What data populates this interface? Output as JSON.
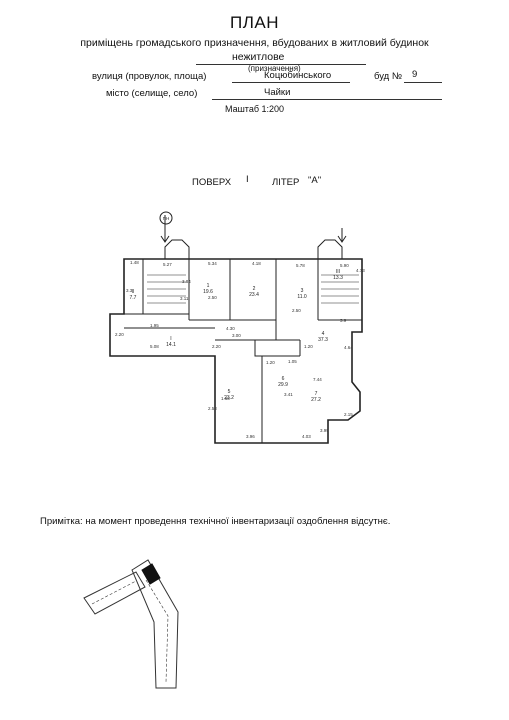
{
  "header": {
    "title": "ПЛАН",
    "subtitle": "приміщень громадського призначення, вбудованих в житловий будинок",
    "purpose_value": "нежитлове",
    "purpose_caption": "(призначення)",
    "scale": "Маштаб 1:200"
  },
  "address": {
    "street_label": "вулиця (провулок, площа)",
    "street_value": "Коцюбинського",
    "building_label": "буд №",
    "building_value": "9",
    "city_label": "місто (селище, село)",
    "city_value": "Чайки"
  },
  "floor": {
    "floor_label": "ПОВЕРХ",
    "floor_value": "I",
    "letter_label": "ЛІТЕР",
    "letter_value": "\"А\""
  },
  "plan": {
    "compass_label": "ПН",
    "dimensions": [
      "1.48",
      "5.27",
      "5.34",
      "4.18",
      "5.78",
      "5.90",
      "4.73",
      "3.3",
      "3.84",
      "3.11",
      "1.95",
      "2.50",
      "2.50",
      "3.9",
      "2.20",
      "4.30",
      "2.20",
      "5.08",
      "1.20",
      "1.05",
      "7.44",
      "1.63",
      "3.41",
      "3.96",
      "4.03",
      "4.64",
      "2.58",
      "3.99",
      "2.15",
      "1.20",
      "3.00"
    ],
    "rooms": [
      {
        "num": "I",
        "area": "14.1"
      },
      {
        "num": "II",
        "area": "7.7"
      },
      {
        "num": "III",
        "area": "13.3"
      },
      {
        "num": "1",
        "area": "19.6"
      },
      {
        "num": "2",
        "area": "23.4"
      },
      {
        "num": "3",
        "area": "11.0"
      },
      {
        "num": "4",
        "area": "37.3"
      },
      {
        "num": "5",
        "area": "23.2"
      },
      {
        "num": "6",
        "area": "29.9"
      },
      {
        "num": "7",
        "area": "27.2"
      }
    ]
  },
  "note": "Примітка: на момент проведення технічної інвентаризації оздоблення відсутнє."
}
